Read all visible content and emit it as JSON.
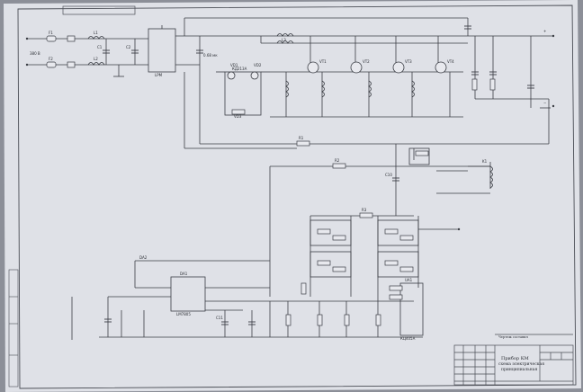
{
  "title_block": {
    "title_line1": "Прибор КМ",
    "title_line2": "схема электрическая",
    "title_line3": "принципиальная",
    "side_note": "Чертеж составил"
  },
  "labels": {
    "input_voltage": "380 В",
    "f1": "F1",
    "f2": "F2",
    "c1": "C1",
    "c2": "C2",
    "l1": "L1",
    "l2": "L2",
    "l3": "L3",
    "lpm": "LPM",
    "vd1": "VD1",
    "vd2": "VD2",
    "vd3": "VD3",
    "vt1": "VT1",
    "vt2": "VT2",
    "vt3": "VT3",
    "vt4": "VT4",
    "r1": "R1",
    "r2": "R2",
    "r3": "R3",
    "c10": "C10",
    "c11": "C11",
    "da1": "DA1",
    "da2": "DA2",
    "k1": "K1",
    "ua1": "UA1",
    "cap_value": "0.68 мк",
    "diode_part": "КД213А",
    "chip_part": "LM7805",
    "bridge_part": "КЦ405А",
    "bus_plus": "+",
    "bus_minus": "−"
  },
  "colors": {
    "paper": "#dfe1e7",
    "ink": "#3a3d44",
    "background": "#8c8f98"
  }
}
